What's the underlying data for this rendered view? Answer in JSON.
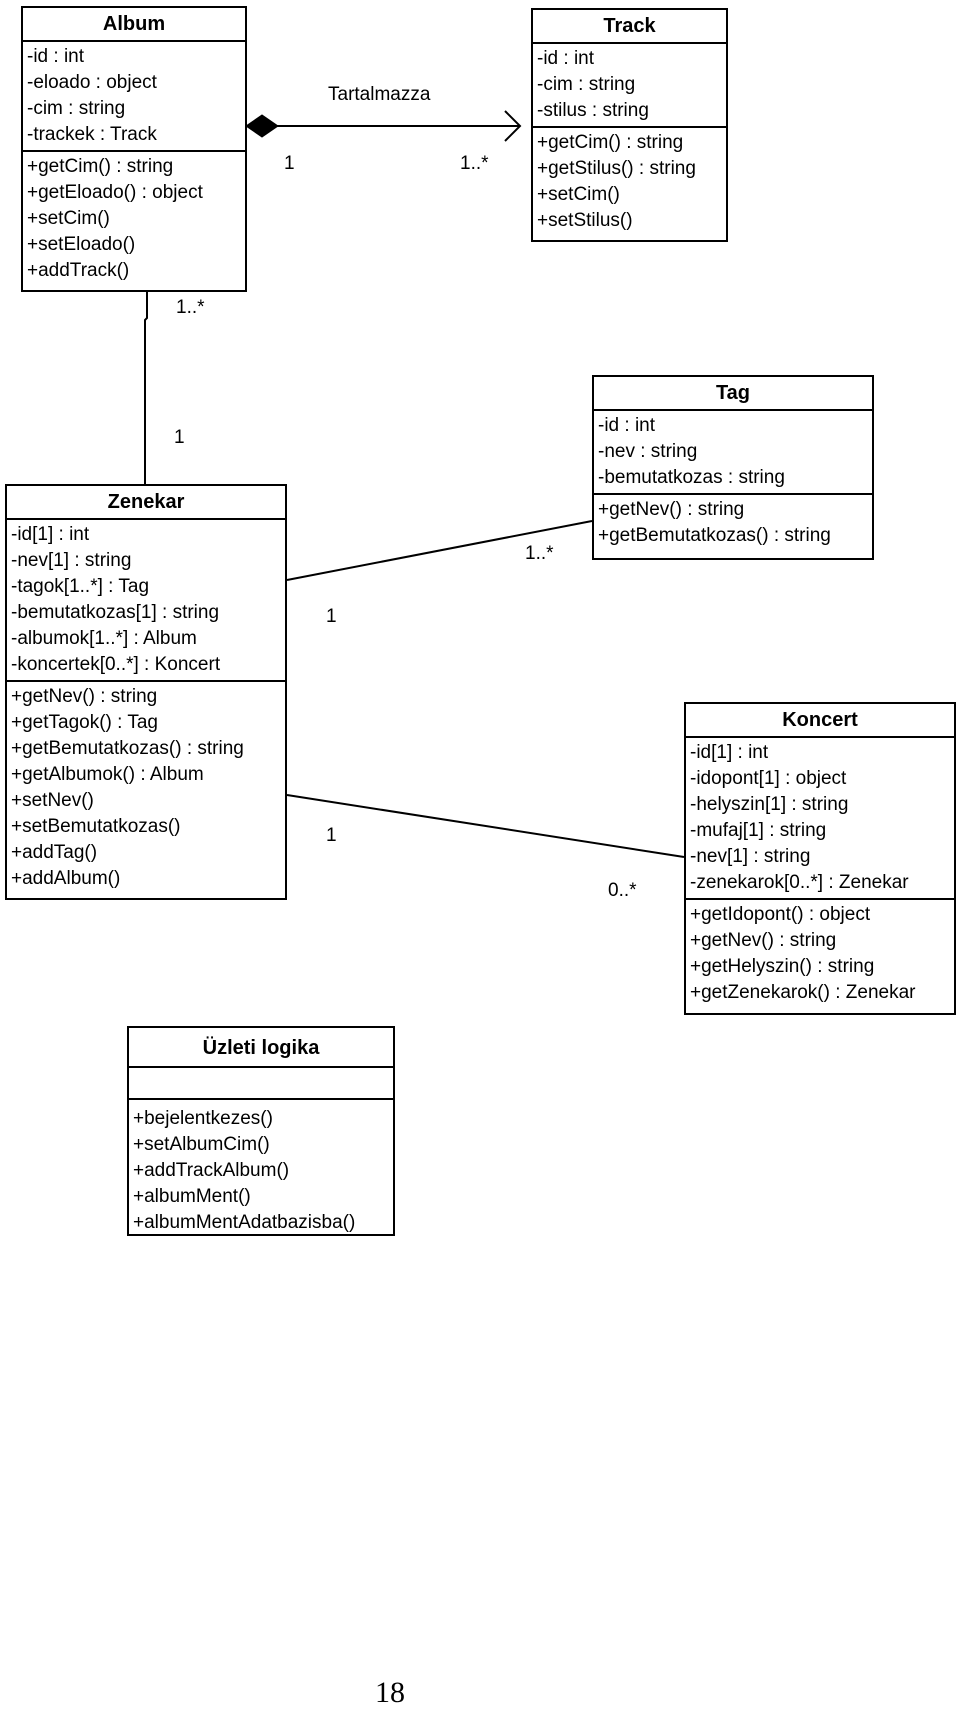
{
  "classes": {
    "album": {
      "name": "Album",
      "attributes": [
        "-id : int",
        "-eloado : object",
        "-cim : string",
        "-trackek : Track"
      ],
      "operations": [
        "+getCim() : string",
        "+getEloado() : object",
        "+setCim()",
        "+setEloado()",
        "+addTrack()"
      ]
    },
    "track": {
      "name": "Track",
      "attributes": [
        "-id : int",
        "-cim : string",
        "-stilus : string"
      ],
      "operations": [
        "+getCim() : string",
        "+getStilus() : string",
        "+setCim()",
        "+setStilus()"
      ]
    },
    "tag": {
      "name": "Tag",
      "attributes": [
        "-id : int",
        "-nev : string",
        "-bemutatkozas : string"
      ],
      "operations": [
        "+getNev() : string",
        "+getBemutatkozas() : string"
      ]
    },
    "zenekar": {
      "name": "Zenekar",
      "attributes": [
        "-id[1] : int",
        "-nev[1] : string",
        "-tagok[1..*] : Tag",
        "-bemutatkozas[1] : string",
        "-albumok[1..*] : Album",
        "-koncertek[0..*] : Koncert"
      ],
      "operations": [
        "+getNev() : string",
        "+getTagok() : Tag",
        "+getBemutatkozas() : string",
        "+getAlbumok() : Album",
        "+setNev()",
        "+setBemutatkozas()",
        "+addTag()",
        "+addAlbum()"
      ]
    },
    "koncert": {
      "name": "Koncert",
      "attributes": [
        "-id[1] : int",
        "-idopont[1] : object",
        "-helyszin[1] : string",
        "-mufaj[1] : string",
        "-nev[1] : string",
        "-zenekarok[0..*] : Zenekar"
      ],
      "operations": [
        "+getIdopont() : object",
        "+getNev() : string",
        "+getHelyszin() : string",
        "+getZenekarok() : Zenekar"
      ]
    },
    "uzleti": {
      "name": "Üzleti logika",
      "attributes": [],
      "operations": [
        "+bejelentkezes()",
        "+setAlbumCim()",
        "+addTrackAlbum()",
        "+albumMent()",
        "+albumMentAdatbazisba()"
      ]
    }
  },
  "associations": {
    "album_track": {
      "label": "Tartalmazza",
      "source_mult": "1",
      "target_mult": "1..*"
    },
    "album_zenekar": {
      "album_mult": "1..*",
      "zenekar_mult": "1"
    },
    "zenekar_tag": {
      "zenekar_mult": "1",
      "tag_mult": "1..*"
    },
    "zenekar_koncert": {
      "zenekar_mult": "1",
      "koncert_mult": "0..*"
    }
  },
  "page": {
    "number": "18"
  }
}
